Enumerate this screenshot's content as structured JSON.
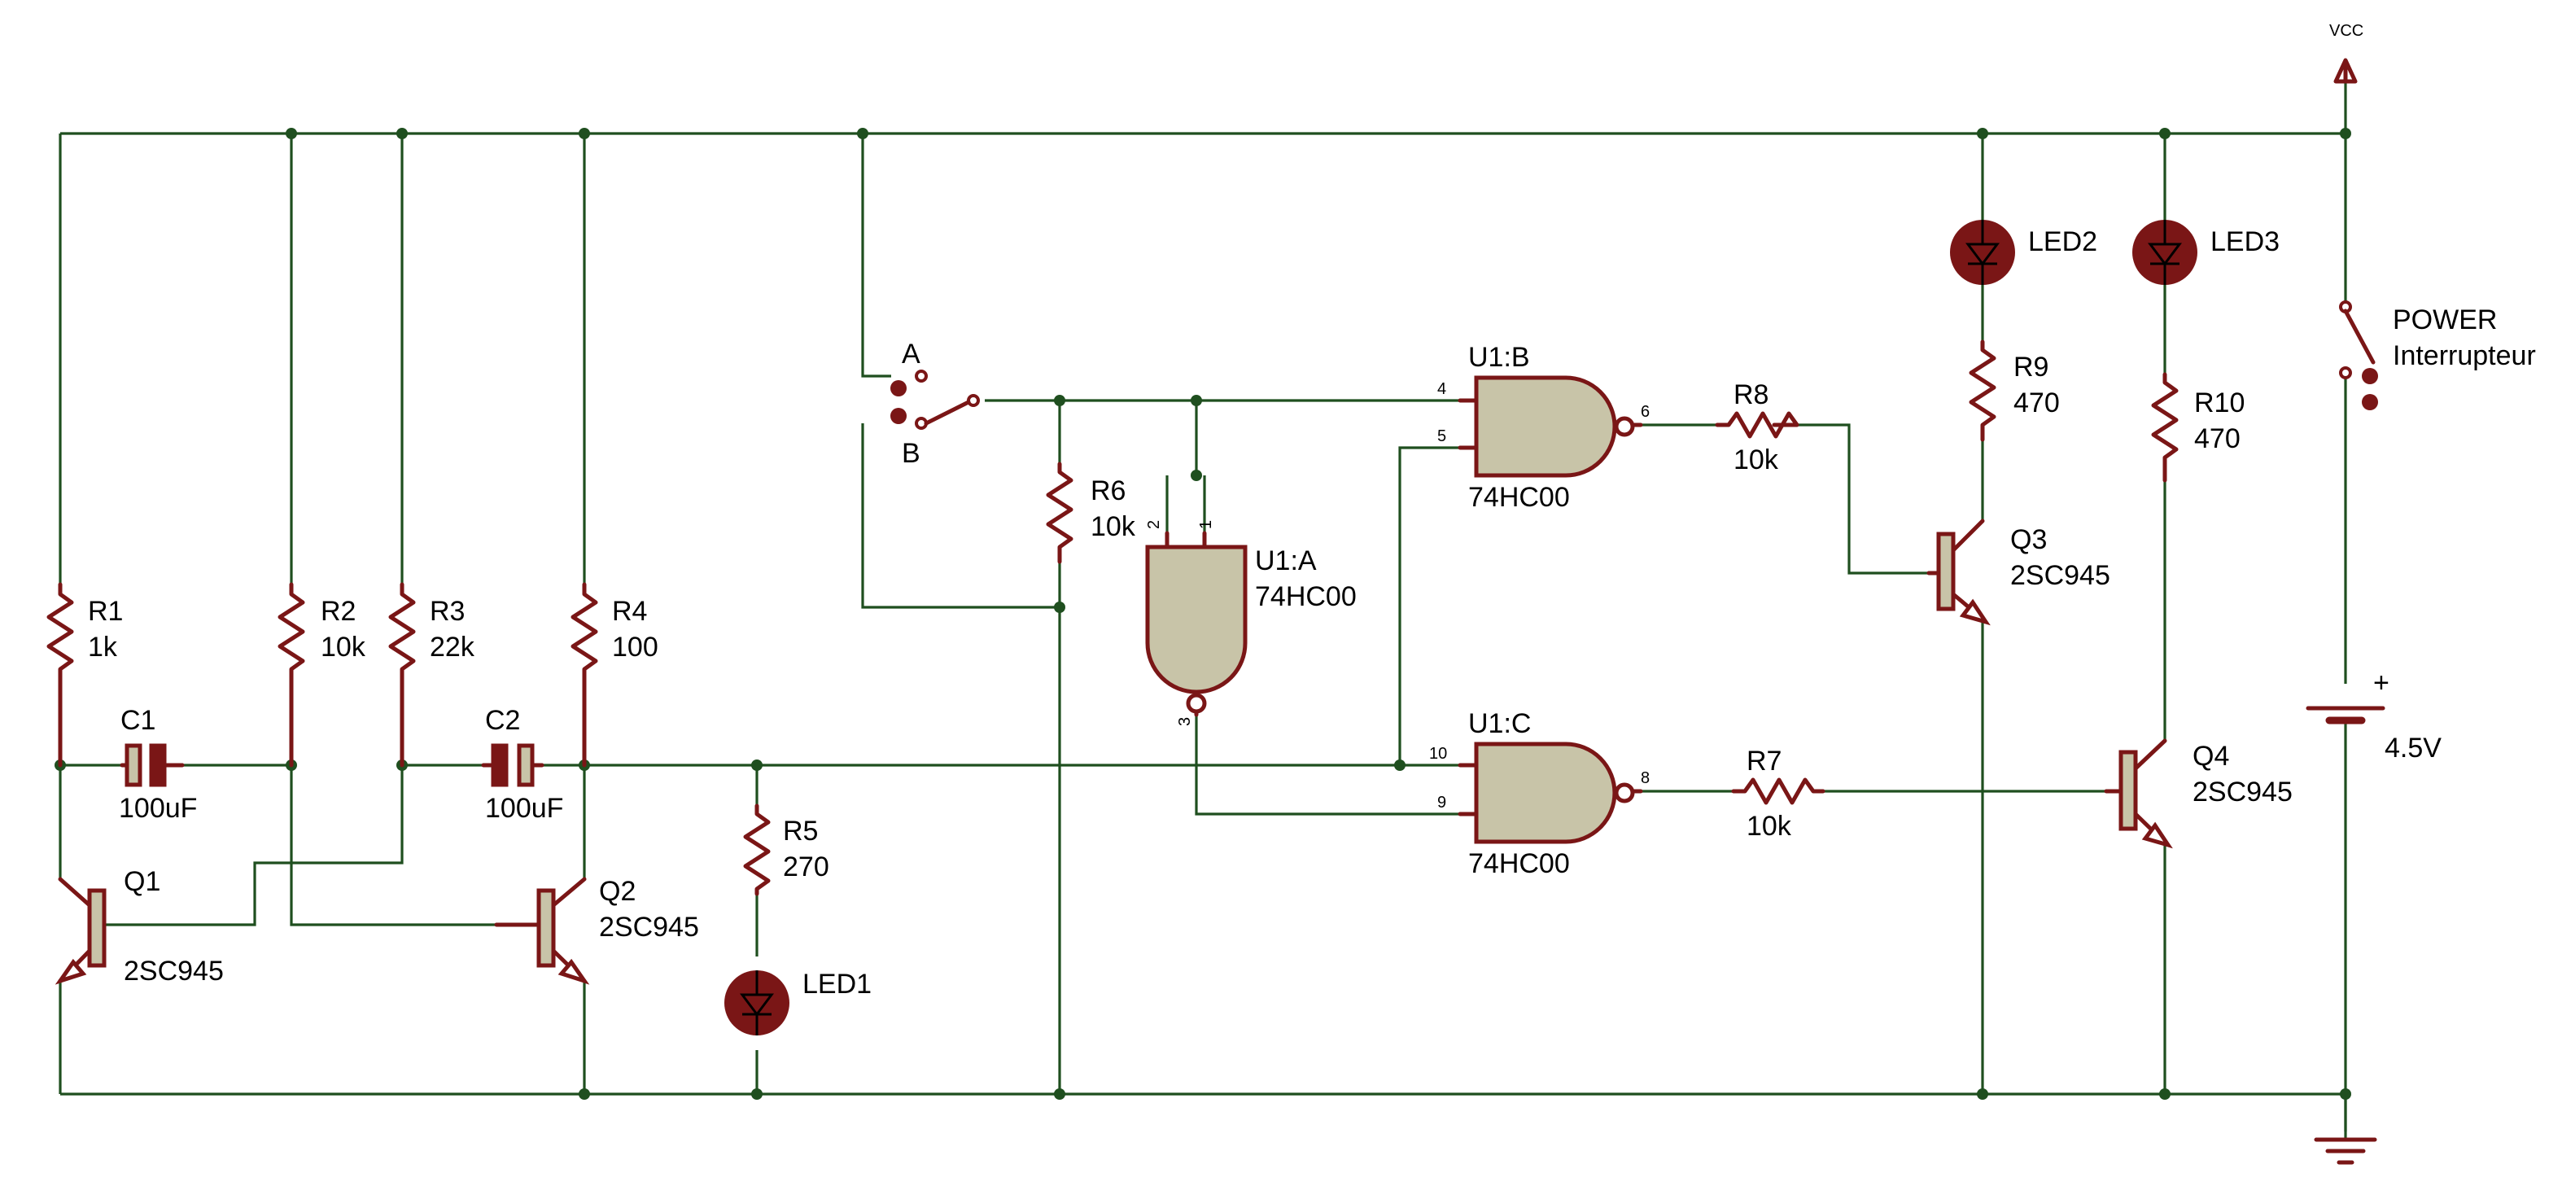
{
  "supply": {
    "vcc": "VCC",
    "battery_value": "4.5V",
    "battery_plus": "+"
  },
  "switch_ab": {
    "a": "A",
    "b": "B"
  },
  "power_switch": {
    "name": "POWER",
    "desc": "Interrupteur"
  },
  "gates": {
    "u1a": {
      "name": "U1:A",
      "part": "74HC00",
      "pins": [
        "2",
        "1",
        "3"
      ]
    },
    "u1b": {
      "name": "U1:B",
      "part": "74HC00",
      "pins": [
        "4",
        "5",
        "6"
      ]
    },
    "u1c": {
      "name": "U1:C",
      "part": "74HC00",
      "pins": [
        "10",
        "9",
        "8"
      ]
    }
  },
  "resistors": {
    "r1": {
      "name": "R1",
      "value": "1k"
    },
    "r2": {
      "name": "R2",
      "value": "10k"
    },
    "r3": {
      "name": "R3",
      "value": "22k"
    },
    "r4": {
      "name": "R4",
      "value": "100"
    },
    "r5": {
      "name": "R5",
      "value": "270"
    },
    "r6": {
      "name": "R6",
      "value": "10k"
    },
    "r7": {
      "name": "R7",
      "value": "10k"
    },
    "r8": {
      "name": "R8",
      "value": "10k"
    },
    "r9": {
      "name": "R9",
      "value": "470"
    },
    "r10": {
      "name": "R10",
      "value": "470"
    }
  },
  "capacitors": {
    "c1": {
      "name": "C1",
      "value": "100uF"
    },
    "c2": {
      "name": "C2",
      "value": "100uF"
    }
  },
  "transistors": {
    "q1": {
      "name": "Q1",
      "part": "2SC945"
    },
    "q2": {
      "name": "Q2",
      "part": "2SC945"
    },
    "q3": {
      "name": "Q3",
      "part": "2SC945"
    },
    "q4": {
      "name": "Q4",
      "part": "2SC945"
    }
  },
  "leds": {
    "led1": "LED1",
    "led2": "LED2",
    "led3": "LED3"
  },
  "colors": {
    "wire": "#1f4f1f",
    "component": "#7a1616",
    "gate_fill": "#c8c4a8"
  }
}
